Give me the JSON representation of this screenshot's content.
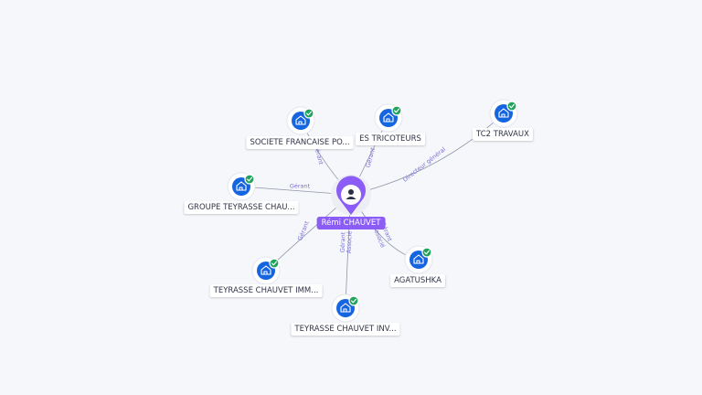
{
  "person": {
    "name": "Rémi CHAUVET",
    "icon": "person-icon",
    "color": "#8b5cf6"
  },
  "companies": [
    {
      "id": "societe",
      "label": "SOCIETE FRANCAISE PO...",
      "icon": "building-icon",
      "verified": true
    },
    {
      "id": "tricoteurs",
      "label": "ES TRICOTEURS",
      "icon": "building-icon",
      "verified": true
    },
    {
      "id": "tc2",
      "label": "TC2 TRAVAUX",
      "icon": "building-icon",
      "verified": true
    },
    {
      "id": "groupe",
      "label": "GROUPE TEYRASSE CHAU...",
      "icon": "building-icon",
      "verified": true
    },
    {
      "id": "agatushka",
      "label": "AGATUSHKA",
      "icon": "building-icon",
      "verified": true
    },
    {
      "id": "imm",
      "label": "TEYRASSE CHAUVET IMM...",
      "icon": "building-icon",
      "verified": true
    },
    {
      "id": "inv",
      "label": "TEYRASSE CHAUVET INV...",
      "icon": "building-icon",
      "verified": true
    }
  ],
  "relations": [
    {
      "target": "societe",
      "labels": [
        "Gérant"
      ]
    },
    {
      "target": "tricoteurs",
      "labels": [
        "Gérant"
      ]
    },
    {
      "target": "tc2",
      "labels": [
        "Directeur général"
      ]
    },
    {
      "target": "groupe",
      "labels": [
        "Gérant"
      ]
    },
    {
      "target": "agatushka",
      "labels": [
        "Gérant",
        "Associé"
      ]
    },
    {
      "target": "imm",
      "labels": [
        "Gérant"
      ]
    },
    {
      "target": "inv",
      "labels": [
        "Gérant",
        "Associé"
      ]
    }
  ],
  "colors": {
    "company_node": "#1565e0",
    "verified_badge": "#20a35a",
    "edge": "#8f95a8",
    "edge_label": "#7a6fd6"
  }
}
